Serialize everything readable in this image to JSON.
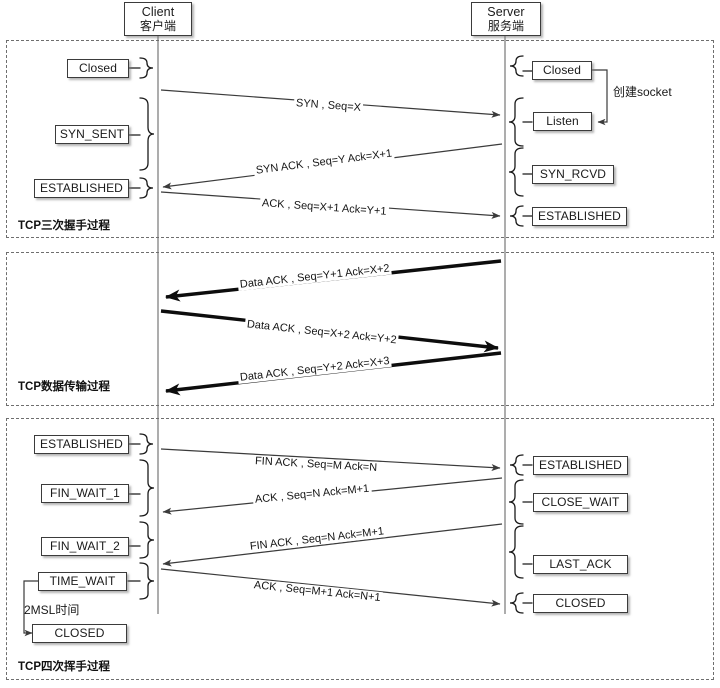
{
  "diagram": {
    "title": "TCP connection lifecycle sequence diagram",
    "lifelines": {
      "client": {
        "title_en": "Client",
        "title_cn": "客户端"
      },
      "server": {
        "title_en": "Server",
        "title_cn": "服务端"
      }
    }
  },
  "sections": [
    {
      "id": "handshake",
      "label": "TCP三次握手过程",
      "client_states": [
        "Closed",
        "SYN_SENT",
        "ESTABLISHED"
      ],
      "server_states": [
        "Closed",
        "Listen",
        "SYN_RCVD",
        "ESTABLISHED"
      ],
      "notes": [
        "创建socket"
      ],
      "messages": [
        {
          "text": "SYN , Seq=X",
          "dir": "to-server"
        },
        {
          "text": "SYN ACK , Seq=Y Ack=X+1",
          "dir": "to-client"
        },
        {
          "text": "ACK , Seq=X+1 Ack=Y+1",
          "dir": "to-server"
        }
      ]
    },
    {
      "id": "data",
      "label": "TCP数据传输过程",
      "client_states": [],
      "server_states": [],
      "notes": [],
      "messages": [
        {
          "text": "Data ACK , Seq=Y+1 Ack=X+2",
          "dir": "to-client"
        },
        {
          "text": "Data ACK , Seq=X+2 Ack=Y+2",
          "dir": "to-server"
        },
        {
          "text": "Data ACK , Seq=Y+2 Ack=X+3",
          "dir": "to-client"
        }
      ]
    },
    {
      "id": "teardown",
      "label": "TCP四次挥手过程",
      "client_states": [
        "ESTABLISHED",
        "FIN_WAIT_1",
        "FIN_WAIT_2",
        "TIME_WAIT",
        "CLOSED"
      ],
      "server_states": [
        "ESTABLISHED",
        "CLOSE_WAIT",
        "LAST_ACK",
        "CLOSED"
      ],
      "notes": [
        "2MSL时间"
      ],
      "messages": [
        {
          "text": "FIN ACK , Seq=M Ack=N",
          "dir": "to-server"
        },
        {
          "text": "ACK , Seq=N Ack=M+1",
          "dir": "to-client"
        },
        {
          "text": "FIN ACK , Seq=N Ack=M+1",
          "dir": "to-client"
        },
        {
          "text": "ACK , Seq=M+1 Ack=N+1",
          "dir": "to-server"
        }
      ]
    }
  ],
  "colors": {
    "line": "#3b3b3b",
    "box_border": "#3b3b3b",
    "frame_border": "#6e6e6e",
    "text": "#1a1a1a",
    "background": "#ffffff"
  }
}
